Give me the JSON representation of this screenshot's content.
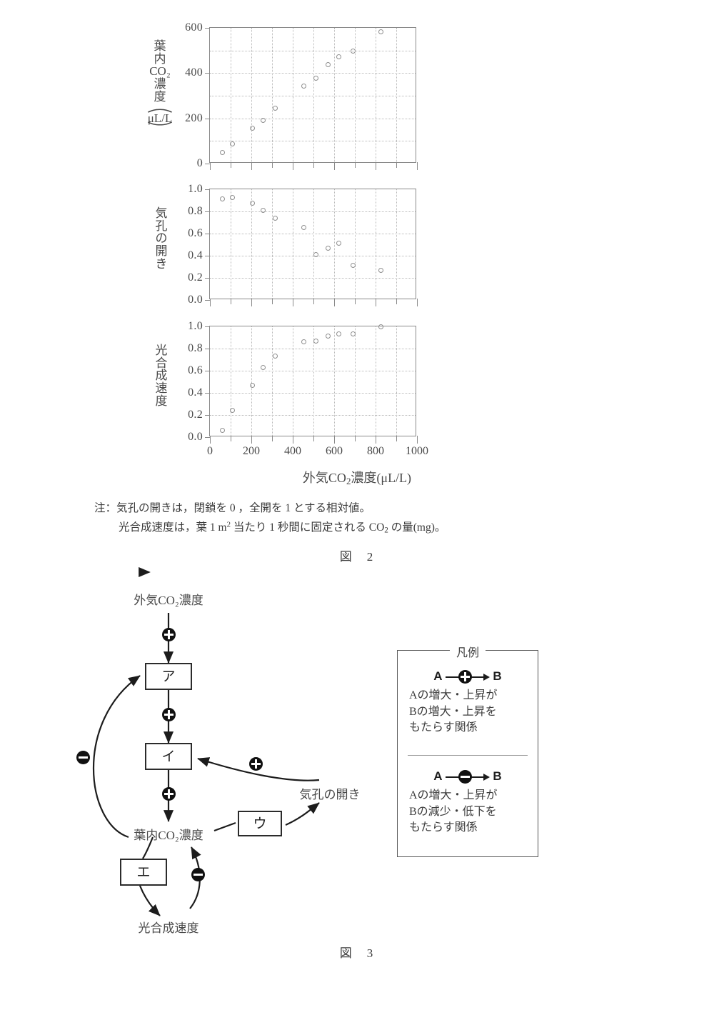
{
  "figure2": {
    "caption": "図　2",
    "x_axis": {
      "title_prefix": "外気",
      "title_co2": "CO",
      "title_sub": "2",
      "title_suffix": "濃度(μL/L)",
      "ticks": [
        0,
        100,
        200,
        300,
        400,
        500,
        600,
        700,
        800,
        900,
        1000
      ],
      "labels": [
        {
          "value": 0,
          "text": "0"
        },
        {
          "value": 200,
          "text": "200"
        },
        {
          "value": 400,
          "text": "400"
        },
        {
          "value": 600,
          "text": "600"
        },
        {
          "value": 800,
          "text": "800"
        },
        {
          "value": 1000,
          "text": "1000"
        }
      ],
      "min": 0,
      "max": 1000
    },
    "notes": {
      "line1": "注：気孔の開きは，閉鎖を 0 ，全開を 1 とする相対値。",
      "line2_a": "光合成速度は，葉 1 m",
      "line2_sup": "2",
      "line2_b": " 当たり 1 秒間に固定される CO",
      "line2_sub": "2",
      "line2_c": " の量(mg)。"
    }
  },
  "chart_data": [
    {
      "type": "scatter",
      "title": "葉内CO2濃度",
      "ylabel_chars": [
        "葉",
        "内",
        "CO₂",
        "濃",
        "度"
      ],
      "ylabel_unit": "μL/L",
      "xlabel": "外気CO2濃度(μL/L)",
      "ylim": [
        0,
        600
      ],
      "xlim": [
        0,
        1000
      ],
      "yticks": [
        0,
        200,
        400,
        600
      ],
      "ytick_labels": [
        "0",
        "200",
        "400",
        "600"
      ],
      "ygrid_minor": [
        100,
        300,
        500
      ],
      "grid": true,
      "points": [
        {
          "x": 62,
          "y": 50
        },
        {
          "x": 110,
          "y": 88
        },
        {
          "x": 205,
          "y": 155
        },
        {
          "x": 258,
          "y": 192
        },
        {
          "x": 315,
          "y": 245
        },
        {
          "x": 452,
          "y": 343
        },
        {
          "x": 512,
          "y": 378
        },
        {
          "x": 570,
          "y": 438
        },
        {
          "x": 622,
          "y": 473
        },
        {
          "x": 692,
          "y": 498
        },
        {
          "x": 825,
          "y": 583
        }
      ]
    },
    {
      "type": "scatter",
      "title": "気孔の開き",
      "ylabel_chars": [
        "気",
        "孔",
        "の",
        "開",
        "き"
      ],
      "ylabel_unit": "",
      "xlabel": "外気CO2濃度(μL/L)",
      "ylim": [
        0.0,
        1.0
      ],
      "xlim": [
        0,
        1000
      ],
      "yticks": [
        0.0,
        0.2,
        0.4,
        0.6,
        0.8,
        1.0
      ],
      "ytick_labels": [
        "0.0",
        "0.2",
        "0.4",
        "0.6",
        "0.8",
        "1.0"
      ],
      "ygrid_minor": [],
      "grid": true,
      "points": [
        {
          "x": 62,
          "y": 0.915
        },
        {
          "x": 110,
          "y": 0.925
        },
        {
          "x": 205,
          "y": 0.875
        },
        {
          "x": 258,
          "y": 0.81
        },
        {
          "x": 315,
          "y": 0.74
        },
        {
          "x": 452,
          "y": 0.655
        },
        {
          "x": 512,
          "y": 0.41
        },
        {
          "x": 570,
          "y": 0.47
        },
        {
          "x": 622,
          "y": 0.515
        },
        {
          "x": 692,
          "y": 0.31
        },
        {
          "x": 825,
          "y": 0.27
        }
      ]
    },
    {
      "type": "scatter",
      "title": "光合成速度",
      "ylabel_chars": [
        "光",
        "合",
        "成",
        "速",
        "度"
      ],
      "ylabel_unit": "",
      "xlabel": "外気CO2濃度(μL/L)",
      "ylim": [
        0.0,
        1.0
      ],
      "xlim": [
        0,
        1000
      ],
      "yticks": [
        0.0,
        0.2,
        0.4,
        0.6,
        0.8,
        1.0
      ],
      "ytick_labels": [
        "0.0",
        "0.2",
        "0.4",
        "0.6",
        "0.8",
        "1.0"
      ],
      "ygrid_minor": [],
      "grid": true,
      "points": [
        {
          "x": 62,
          "y": 0.06
        },
        {
          "x": 110,
          "y": 0.245
        },
        {
          "x": 205,
          "y": 0.465
        },
        {
          "x": 258,
          "y": 0.63
        },
        {
          "x": 315,
          "y": 0.735
        },
        {
          "x": 452,
          "y": 0.86
        },
        {
          "x": 512,
          "y": 0.87
        },
        {
          "x": 570,
          "y": 0.91
        },
        {
          "x": 622,
          "y": 0.93
        },
        {
          "x": 692,
          "y": 0.935
        },
        {
          "x": 825,
          "y": 1.0
        }
      ]
    }
  ],
  "figure3": {
    "caption": "図　3",
    "nodes": {
      "ambient_co2": "外気CO₂濃度",
      "internal_co2": "葉内CO₂濃度",
      "stomatal_opening": "気孔の開き",
      "photosynthesis_rate": "光合成速度"
    },
    "boxes": {
      "a": "ア",
      "b": "イ",
      "c": "ウ",
      "d": "エ"
    },
    "legend": {
      "title": "凡例",
      "positive": {
        "left": "A",
        "right": "B",
        "sign": "plus",
        "description": "Aの増大・上昇が\nBの増大・上昇を\nもたらす関係"
      },
      "negative": {
        "left": "A",
        "right": "B",
        "sign": "minus",
        "description": "Aの増大・上昇が\nBの減少・低下を\nもたらす関係"
      }
    }
  }
}
